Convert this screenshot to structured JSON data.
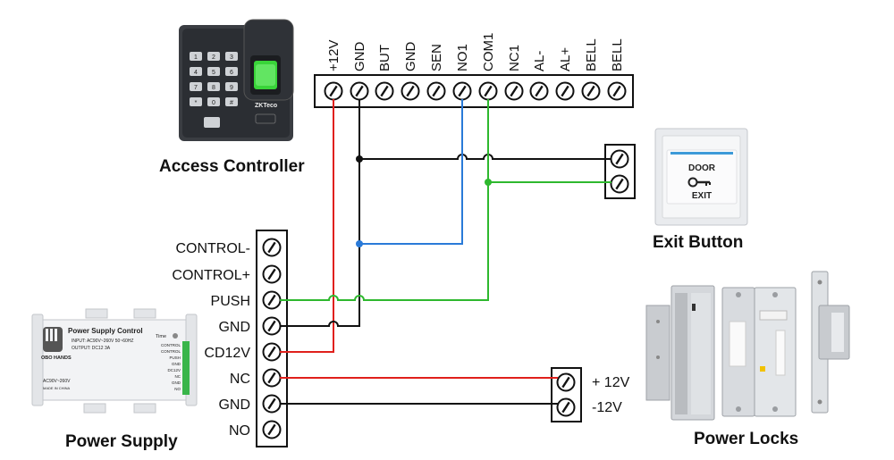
{
  "captions": {
    "controller": "Access Controller",
    "exit": "Exit Button",
    "power_supply": "Power Supply",
    "locks": "Power Locks"
  },
  "controller_terminals": [
    "+12V",
    "GND",
    "BUT",
    "GND",
    "SEN",
    "NO1",
    "COM1",
    "NC1",
    "AL-",
    "AL+",
    "BELL",
    "BELL"
  ],
  "psu_terminals": [
    "CONTROL-",
    "CONTROL+",
    "PUSH",
    "GND",
    "CD12V",
    "NC",
    "GND",
    "NO"
  ],
  "lock_terminals": [
    "+ 12V",
    "-12V"
  ],
  "exit_button": {
    "line1": "DOOR",
    "line2": "EXIT"
  },
  "keypad_keys": [
    "1",
    "2",
    "3",
    "4",
    "5",
    "6",
    "7",
    "8",
    "9",
    "*",
    "0",
    "#"
  ],
  "controller_brand": "ZKTeco",
  "psu_device": {
    "title": "Power Supply Control",
    "input": "INPUT: AC90V~260V 50~60HZ",
    "output": "OUTPUT: DC12 3A",
    "brand": "OBO HANDS",
    "time": "Time",
    "voltage": "AC90V~260V",
    "made": "MADE IN CHINA",
    "pins": [
      "CONTROL",
      "CONTROL",
      "PUSH",
      "GND",
      "DC12V",
      "NC",
      "GND",
      "NO"
    ]
  },
  "colors": {
    "red": "#e0201c",
    "black": "#111111",
    "blue": "#2a7ad8",
    "green": "#2eb82e"
  }
}
